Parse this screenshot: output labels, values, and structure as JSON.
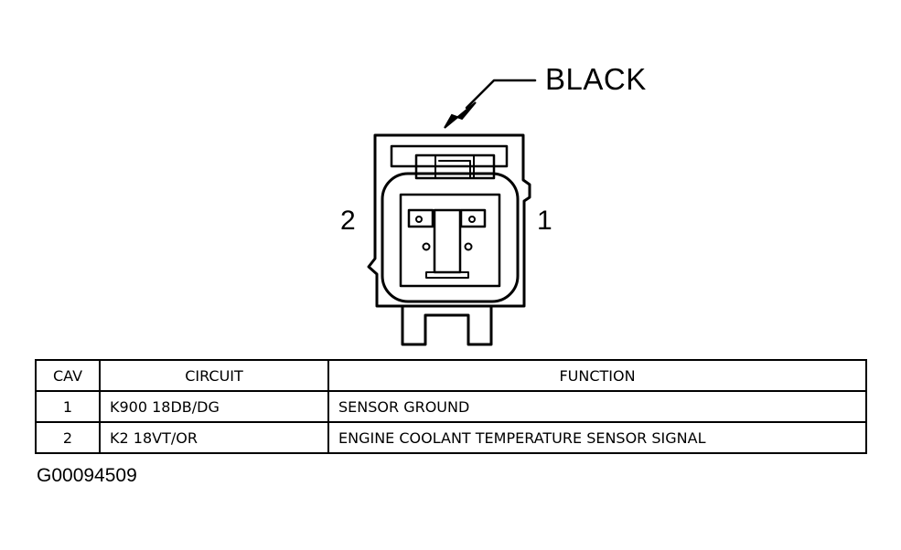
{
  "connector": {
    "color_label": "BLACK",
    "cavity_left": "2",
    "cavity_right": "1"
  },
  "table": {
    "headers": {
      "cav": "CAV",
      "circuit": "CIRCUIT",
      "function": "FUNCTION"
    },
    "rows": [
      {
        "cav": "1",
        "circuit": "K900 18DB/DG",
        "function": "SENSOR GROUND"
      },
      {
        "cav": "2",
        "circuit": "K2 18VT/OR",
        "function": "ENGINE COOLANT TEMPERATURE SENSOR SIGNAL"
      }
    ]
  },
  "figure_id": "G00094509"
}
